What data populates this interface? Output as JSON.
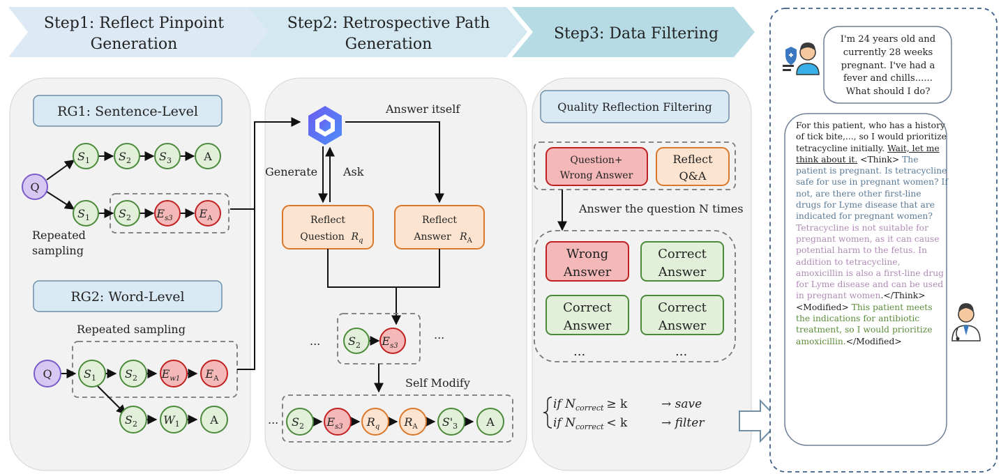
{
  "steps": [
    {
      "line1": "Step1: Reflect Pinpoint",
      "line2": "Generation"
    },
    {
      "line1": "Step2: Retrospective Path",
      "line2": "Generation"
    },
    {
      "line1": "Step3: Data Filtering",
      "line2": ""
    }
  ],
  "panel1": {
    "rg1_title": "RG1: Sentence-Level",
    "rg2_title": "RG2: Word-Level",
    "q": "Q",
    "a": "A",
    "repeated_sampling_1a": "Repeated",
    "repeated_sampling_1b": "sampling",
    "repeated_sampling_2": "Repeated sampling"
  },
  "panel2": {
    "answer_itself": "Answer itself",
    "generate": "Generate",
    "ask": "Ask",
    "reflect_q_line1": "Reflect",
    "reflect_q_line2": "Question",
    "reflect_a_line1": "Reflect",
    "reflect_a_line2": "Answer",
    "self_modify": "Self Modify",
    "ellipsis": "...",
    "a": "A"
  },
  "panel3": {
    "title": "Quality Reflection Filtering",
    "qwa_line1": "Question+",
    "qwa_line2": "Wrong Answer",
    "rqa_line1": "Reflect",
    "rqa_line2": "Q&A",
    "answer_n_times": "Answer the question N times",
    "wrong_line1": "Wrong",
    "wrong_line2": "Answer",
    "correct_line1": "Correct",
    "correct_line2": "Answer",
    "ellipsis": "...",
    "cond1_if": "if N",
    "cond1_sub": "correct",
    "cond1_op": "≥ k",
    "cond1_res": "→ save",
    "cond2_if": "if N",
    "cond2_sub": "correct",
    "cond2_op": "< k",
    "cond2_res": "→ filter"
  },
  "chat": {
    "patient": "I'm 24 years old and currently 28 weeks pregnant. I've had a fever and chills...... What should I do?",
    "resp_intro": "For this patient, who has a history of tick bite,..., so I would prioritize tetracycline initially. ",
    "resp_wait": "Wait, let me think about it.",
    "resp_think_tag": " <Think> ",
    "resp_think": "The patient is pregnant. Is tetracycline safe for use in pregnant women? If not, are there other first-line drugs for Lyme disease that are indicated for pregnant women? ",
    "resp_purple": "Tetracycline is not suitable for pregnant women, as it can cause potential harm to the fetus. In addition to tetracycline, amoxicillin is also a first-line drug for Lyme disease and can be used in pregnant women",
    "resp_tags": ".</Think><Modified> ",
    "resp_green": "This patient meets the indications for antibiotic treatment, so I would prioritize amoxicillin.",
    "resp_end": "</Modified>"
  },
  "colors": {
    "step1": "#dde9f4",
    "step2": "#d3e8f0",
    "step3": "#b6dbe4",
    "panel": "#f2f2f2",
    "title_box": "#d9eaf5",
    "green_node": "#e2efd9",
    "green_stroke": "#4a8a3a",
    "red_node": "#f4b8b8",
    "red_stroke": "#c02020",
    "orange_node": "#fce4d0",
    "orange_stroke": "#d9772b",
    "purple_node": "#d6c8f2",
    "purple_stroke": "#7a5bc8"
  },
  "icons": [
    "qwen-logo-icon",
    "patient-icon",
    "doctor-icon",
    "hollow-arrow-icon"
  ]
}
